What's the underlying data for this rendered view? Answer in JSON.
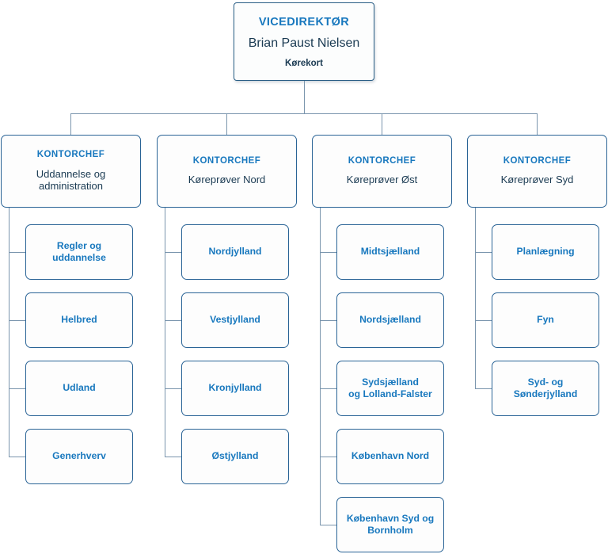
{
  "colors": {
    "accent_blue": "#1878be",
    "dark_navy": "#1a3a52",
    "box_border": "#2a6496",
    "connector": "#7a95ad",
    "background": "#ffffff",
    "box_fill": "#fdfdfd"
  },
  "chart_type": "organization-chart",
  "root": {
    "role": "VICEDIREKTØR",
    "person": "Brian Paust Nielsen",
    "unit": "Kørekort"
  },
  "branches": [
    {
      "role": "KONTORCHEF",
      "unit": "Uddannelse og administration",
      "children": [
        {
          "unit": "Regler og uddannelse"
        },
        {
          "unit": "Helbred"
        },
        {
          "unit": "Udland"
        },
        {
          "unit": "Generhverv"
        }
      ]
    },
    {
      "role": "KONTORCHEF",
      "unit": "Køreprøver Nord",
      "children": [
        {
          "unit": "Nordjylland"
        },
        {
          "unit": "Vestjylland"
        },
        {
          "unit": "Kronjylland"
        },
        {
          "unit": "Østjylland"
        }
      ]
    },
    {
      "role": "KONTORCHEF",
      "unit": "Køreprøver Øst",
      "children": [
        {
          "unit": "Midtsjælland"
        },
        {
          "unit": "Nordsjælland"
        },
        {
          "unit": "Sydsjælland\nog Lolland-Falster"
        },
        {
          "unit": "København Nord"
        },
        {
          "unit": "København Syd og\nBornholm"
        }
      ]
    },
    {
      "role": "KONTORCHEF",
      "unit": "Køreprøver Syd",
      "children": [
        {
          "unit": "Planlægning"
        },
        {
          "unit": "Fyn"
        },
        {
          "unit": "Syd- og Sønderjylland"
        }
      ]
    }
  ]
}
